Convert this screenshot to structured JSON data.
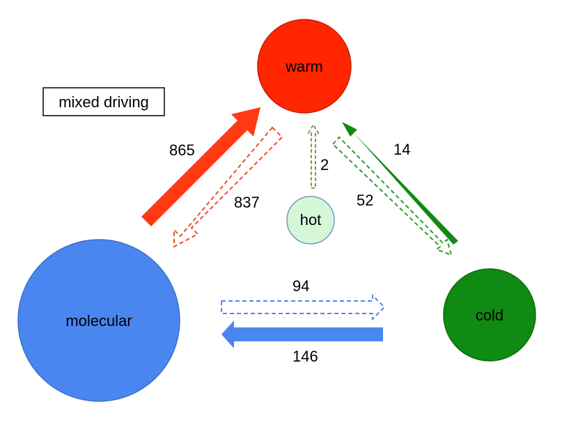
{
  "title_box": {
    "text": "mixed driving"
  },
  "nodes": {
    "warm": {
      "label": "warm",
      "fill": "#ff2600",
      "stroke": "#c41a00"
    },
    "hot": {
      "label": "hot",
      "fill": "#d4f7d8",
      "stroke": "#6f9bc2"
    },
    "molecular": {
      "label": "molecular",
      "fill": "#4a86f0",
      "stroke": "#3a6fc4"
    },
    "cold": {
      "label": "cold",
      "fill": "#0f8a12",
      "stroke": "#0a6e0c"
    }
  },
  "flows": {
    "molecular_to_warm": {
      "value": "865",
      "color": "#ff3a12"
    },
    "warm_to_molecular": {
      "value": "837",
      "color": "#f04a28"
    },
    "hot_to_warm": {
      "value": "2",
      "color": "#7f9a48"
    },
    "cold_to_warm": {
      "value": "14",
      "color": "#0f8a12"
    },
    "warm_to_cold": {
      "value": "52",
      "color": "#2e9a2c"
    },
    "molecular_to_cold": {
      "value": "94",
      "color": "#4a86f0"
    },
    "cold_to_molecular": {
      "value": "146",
      "color": "#4a86f0"
    }
  }
}
